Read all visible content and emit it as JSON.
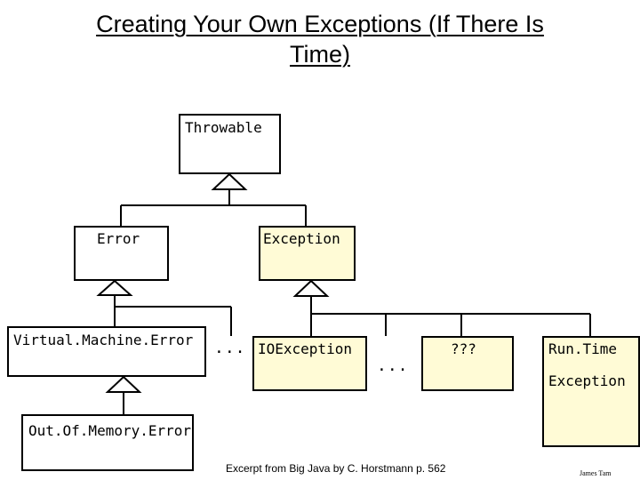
{
  "slide": {
    "title_line1": "Creating Your Own Exceptions (If There Is",
    "title_line2": "Time)",
    "caption": "Excerpt from Big Java by C. Horstmann p. 562",
    "author": "James Tam"
  },
  "diagram": {
    "classes": {
      "throwable": "Throwable",
      "error": "Error",
      "exception": "Exception",
      "virtual_machine_error": "Virtual.Machine.Error",
      "io_exception": "IOException",
      "unknown": "???",
      "runtime_line1": "Run.Time",
      "runtime_line2": "Exception",
      "out_of_memory_error": "Out.Of.Memory.Error"
    },
    "ellipsis": "...",
    "highlight_color": "#fffbd6"
  }
}
